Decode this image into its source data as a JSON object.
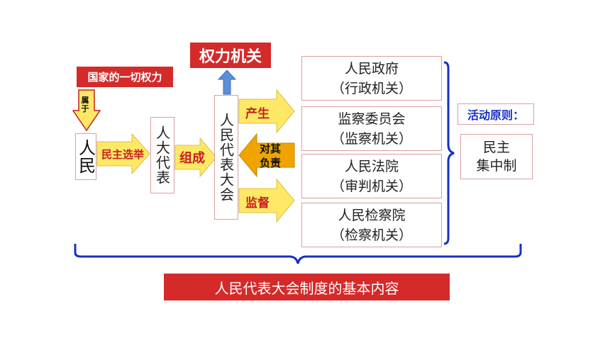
{
  "title_power_organ": "权力机关",
  "all_power_label": "国家的一切权力",
  "belongs_label": "属于",
  "people": "人民",
  "democratic_election": "民主选举",
  "npc_deputies": "人大代表",
  "compose": "组成",
  "npc": "人民代表大会",
  "produce": "产生",
  "responsible_line1": "对其",
  "responsible_line2": "负责",
  "supervise": "监督",
  "organs": [
    {
      "name": "人民政府",
      "type": "（行政机关）"
    },
    {
      "name": "监察委员会",
      "type": "（监察机关）"
    },
    {
      "name": "人民法院",
      "type": "（审判机关）"
    },
    {
      "name": "人民检察院",
      "type": "（检察机关）"
    }
  ],
  "activity_principle": "活动原则：",
  "principle_line1": "民主",
  "principle_line2": "集中制",
  "footer": "人民代表大会制度的基本内容",
  "colors": {
    "red": "#d42a2a",
    "arrow_yellow": "#ffe866",
    "arrow_orange": "#f0a400",
    "blue": "#1530c8",
    "up_arrow": "#5a8fd8"
  }
}
